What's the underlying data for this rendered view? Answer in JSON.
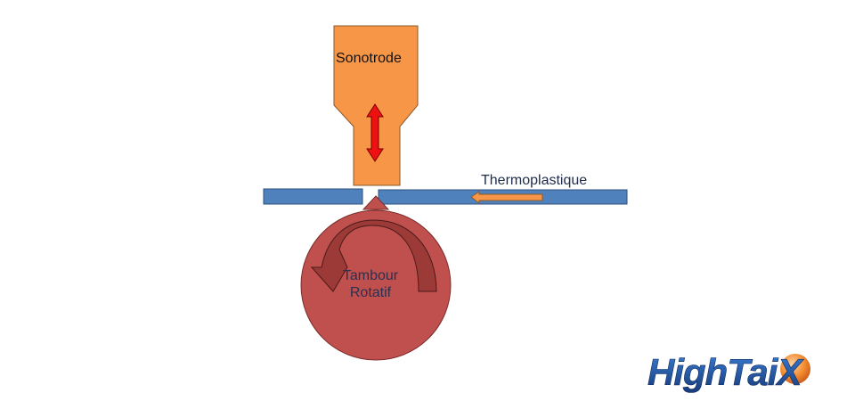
{
  "labels": {
    "sonotrode": "Sonotrode",
    "thermoplastique": "Thermoplastique",
    "drum_line1": "Tambour",
    "drum_line2": "Rotatif"
  },
  "logo": {
    "text_part1": "High",
    "text_part2": "Tai",
    "text_part3": "X"
  },
  "colors": {
    "sonotrode": "#f79646",
    "sonotrode_stroke": "#8a5a2b",
    "vibration_arrow": "#ee1111",
    "film": "#4f81bd",
    "film_stroke": "#2f4f7a",
    "feed_arrow": "#f79646",
    "drum": "#c0504d",
    "drum_stroke": "#7a2e2c",
    "rotation_arrow": "#9c3a37",
    "logo_blue": "#1f4e9a",
    "logo_orange": "#f28a2e"
  }
}
